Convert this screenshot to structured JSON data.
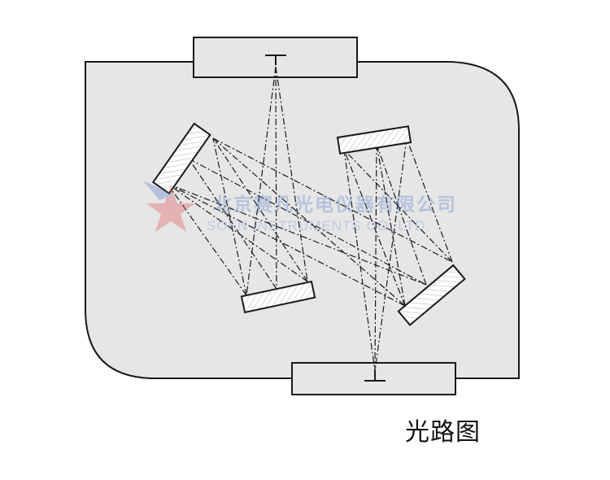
{
  "caption": "光路图",
  "watermark": {
    "company_cn": "北京赛凡光电仪器有限公司",
    "company_en": "SOFN INSTRUMENTS CO.,LTD."
  },
  "colors": {
    "housing_fill": "#e6e6e6",
    "stroke": "#1a1a1a",
    "slit_box_fill": "#e6e6e6",
    "watermark_blue": "#5a82c8",
    "watermark_red": "#e05050"
  }
}
